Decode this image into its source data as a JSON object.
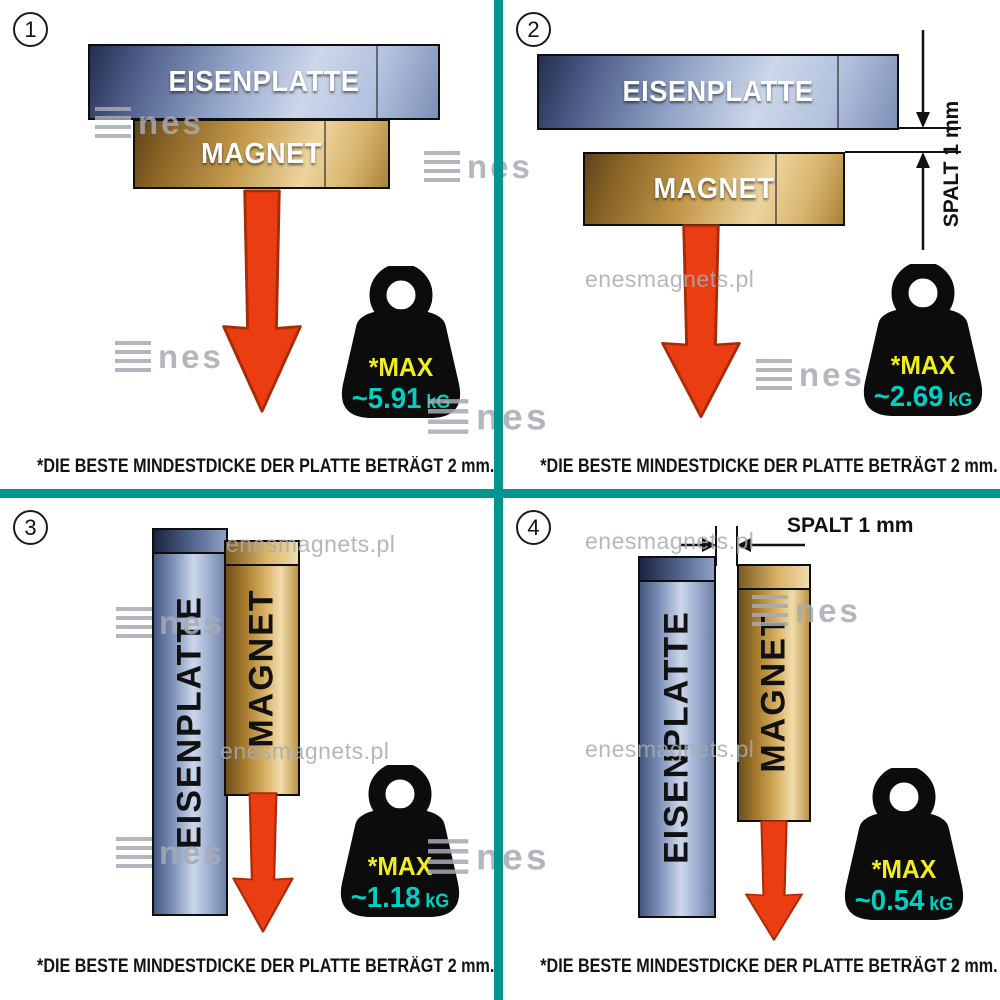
{
  "watermark": {
    "site": "enesmagnets.pl",
    "logo_text": "nes"
  },
  "colors": {
    "divider": "#00968f",
    "arrow_red": "#ea3d12",
    "max_yellow": "#f2ee1c",
    "value_cyan": "#00cfc4",
    "weight_black": "#0c0c0c",
    "watermark_gray": "#a6abb2",
    "plate_blue": "#93a5c8",
    "magnet_gold": "#c59a4c"
  },
  "panels": [
    {
      "number": "1",
      "plate_label": "EISENPLATTE",
      "magnet_label": "MAGNET",
      "gap_label": "",
      "weight": {
        "max_label": "*MAX",
        "value": "~5.91",
        "unit": "kG"
      },
      "footnote": {
        "text": "*DIE BESTE MINDESTDICKE DER PLATTE BETRÄGT",
        "bold": "2 mm."
      }
    },
    {
      "number": "2",
      "plate_label": "EISENPLATTE",
      "magnet_label": "MAGNET",
      "gap_label": "SPALT 1 mm",
      "weight": {
        "max_label": "*MAX",
        "value": "~2.69",
        "unit": "kG"
      },
      "footnote": {
        "text": "*DIE BESTE MINDESTDICKE DER PLATTE BETRÄGT",
        "bold": "2 mm."
      }
    },
    {
      "number": "3",
      "plate_label": "EISENPLATTE",
      "magnet_label": "MAGNET",
      "gap_label": "",
      "weight": {
        "max_label": "*MAX",
        "value": "~1.18",
        "unit": "kG"
      },
      "footnote": {
        "text": "*DIE BESTE MINDESTDICKE DER PLATTE BETRÄGT",
        "bold": "2 mm."
      }
    },
    {
      "number": "4",
      "plate_label": "EISENPLATTE",
      "magnet_label": "MAGNET",
      "gap_label": "SPALT 1 mm",
      "weight": {
        "max_label": "*MAX",
        "value": "~0.54",
        "unit": "kG"
      },
      "footnote": {
        "text": "*DIE BESTE MINDESTDICKE DER PLATTE BETRÄGT",
        "bold": "2 mm."
      }
    }
  ]
}
